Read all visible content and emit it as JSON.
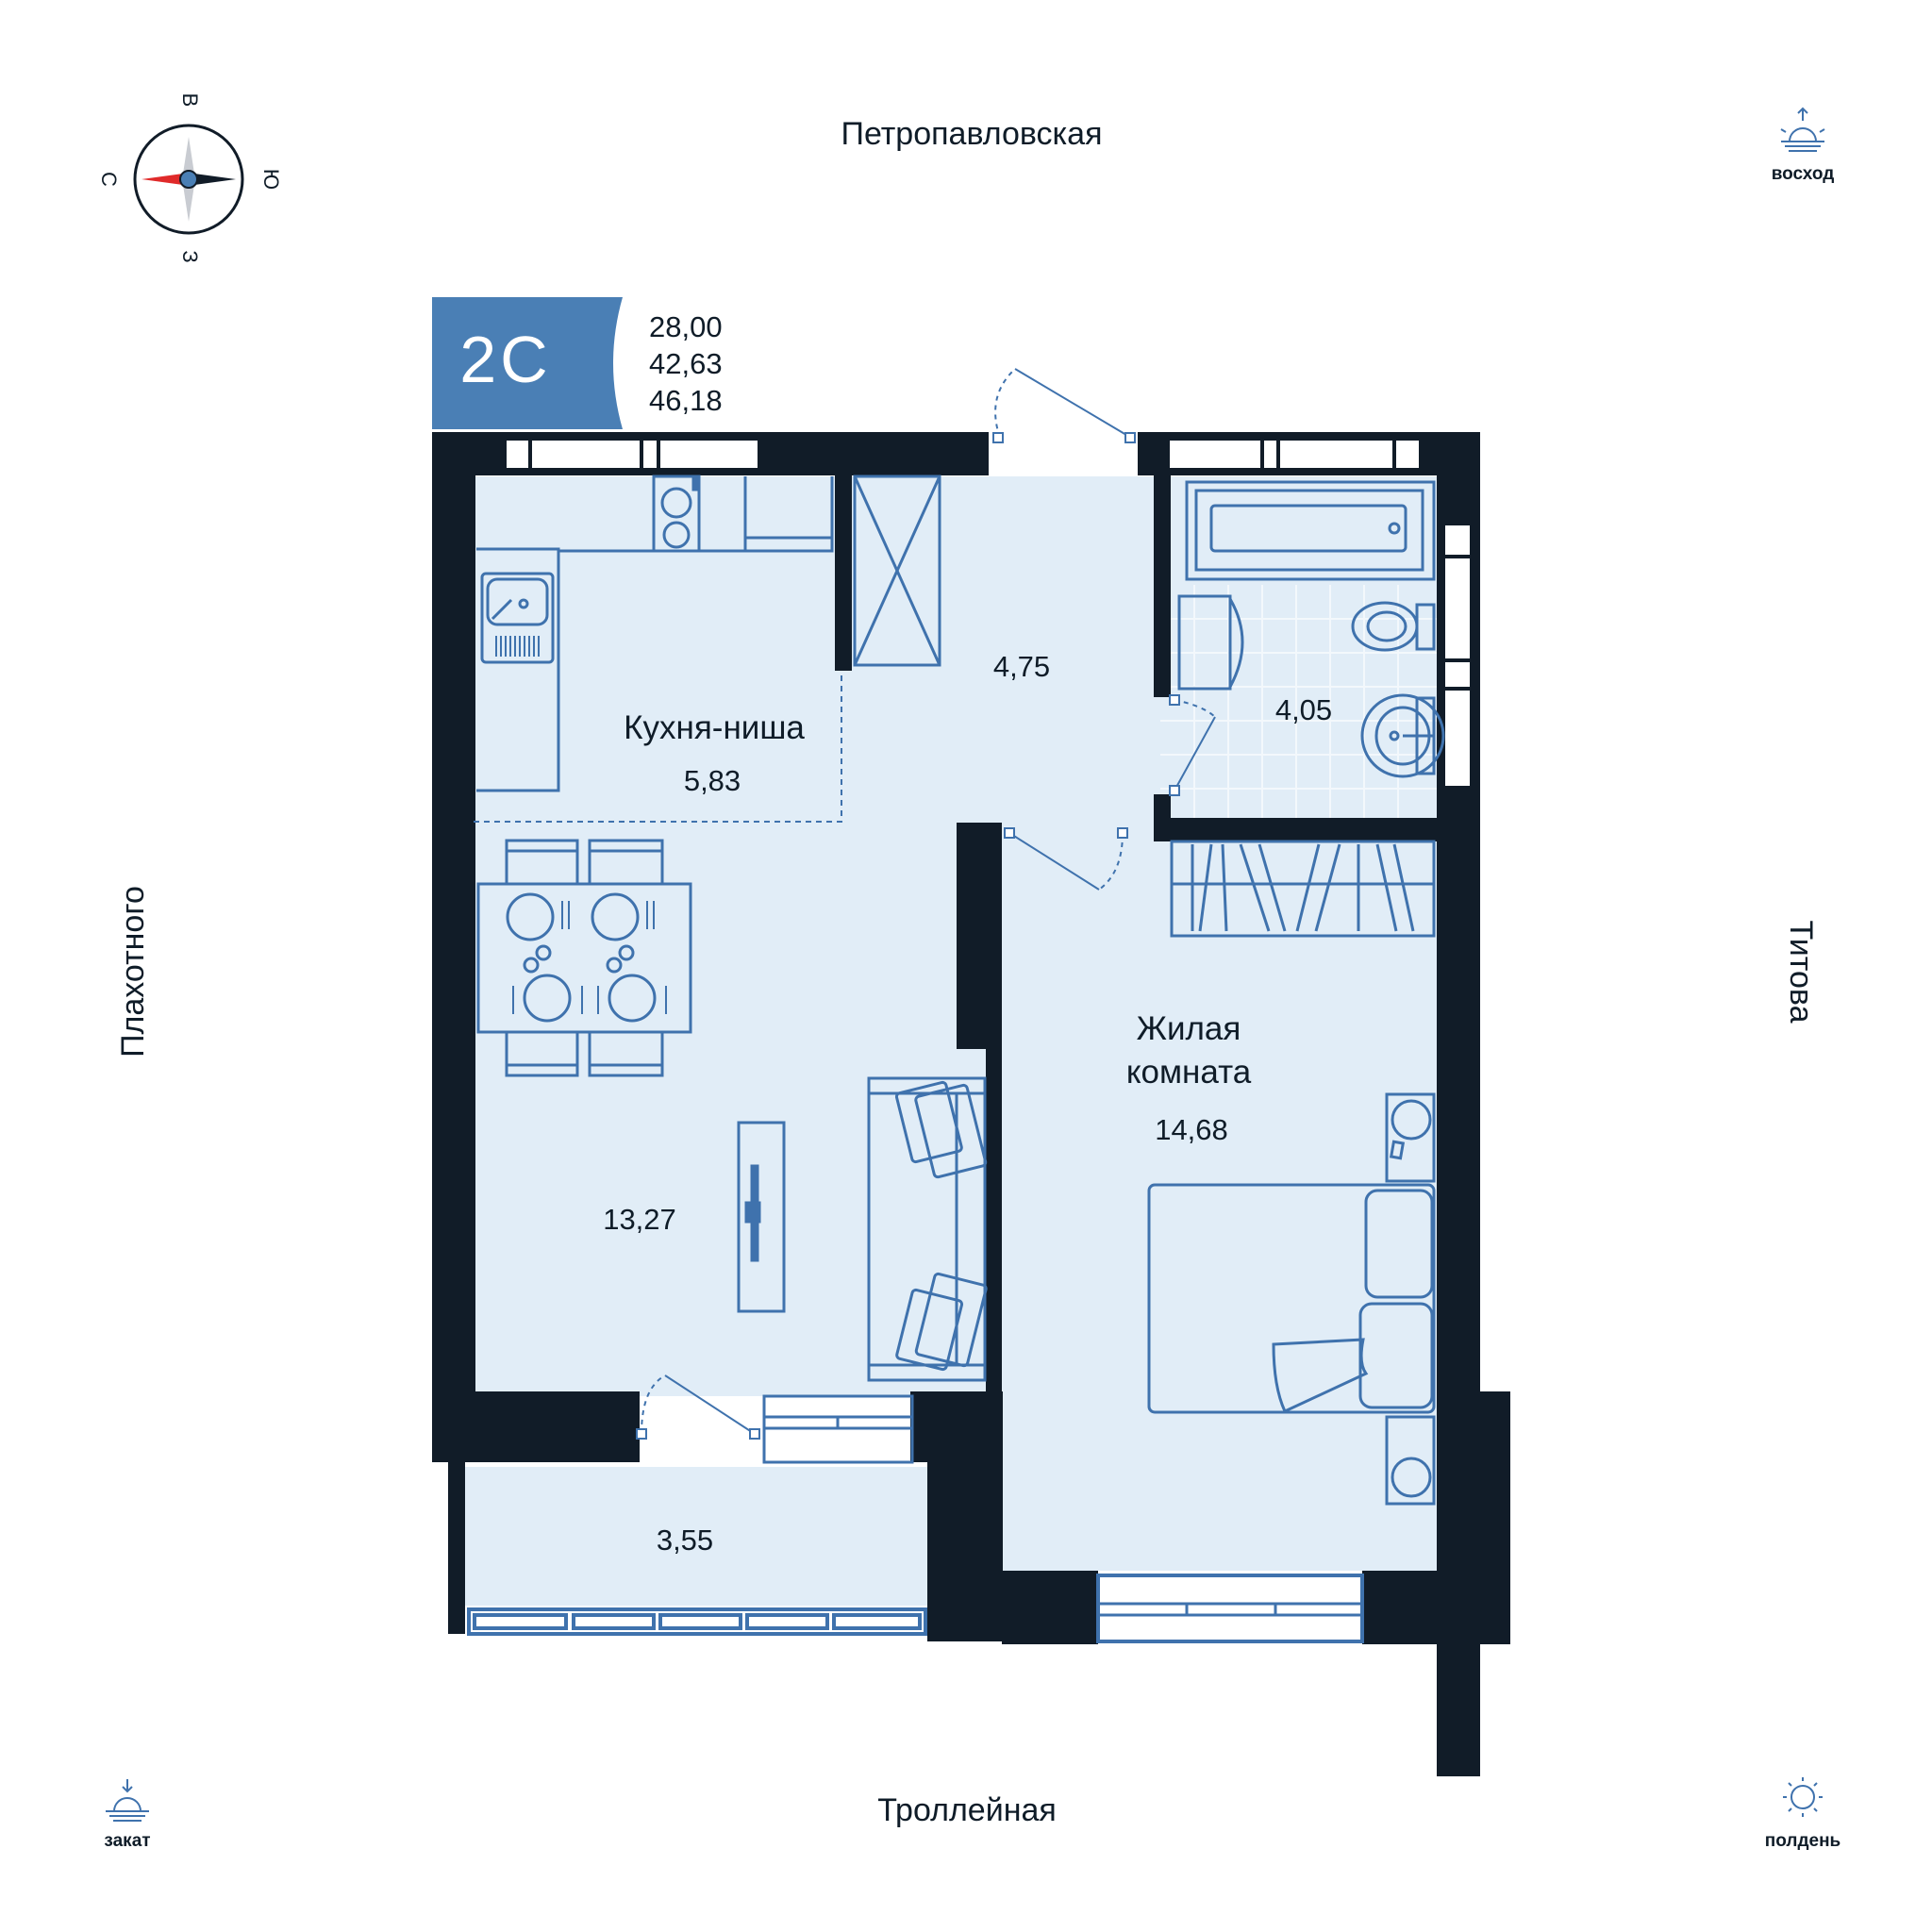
{
  "apartment": {
    "type_code": "2С",
    "areas": [
      "28,00",
      "42,63",
      "46,18"
    ]
  },
  "compass": {
    "north": "С",
    "south": "Ю",
    "east": "В",
    "west": "З"
  },
  "streets": {
    "top": "Петропавловская",
    "bottom": "Троллейная",
    "left": "Плахотного",
    "right": "Титова"
  },
  "sun": {
    "sunrise": "восход",
    "sunset": "закат",
    "noon": "полдень"
  },
  "rooms": {
    "kitchen_name": "Кухня-ниша",
    "kitchen_area": "5,83",
    "hall_area": "4,75",
    "bath_area": "4,05",
    "living_area": "13,27",
    "bedroom_name_1": "Жилая",
    "bedroom_name_2": "комната",
    "bedroom_area": "14,68",
    "balcony_area": "3,55"
  },
  "colors": {
    "wall": "#111c28",
    "floor": "#e1edf7",
    "line": "#3f72ad",
    "badge": "#4a7fb5",
    "compass_red": "#e02a2a"
  }
}
